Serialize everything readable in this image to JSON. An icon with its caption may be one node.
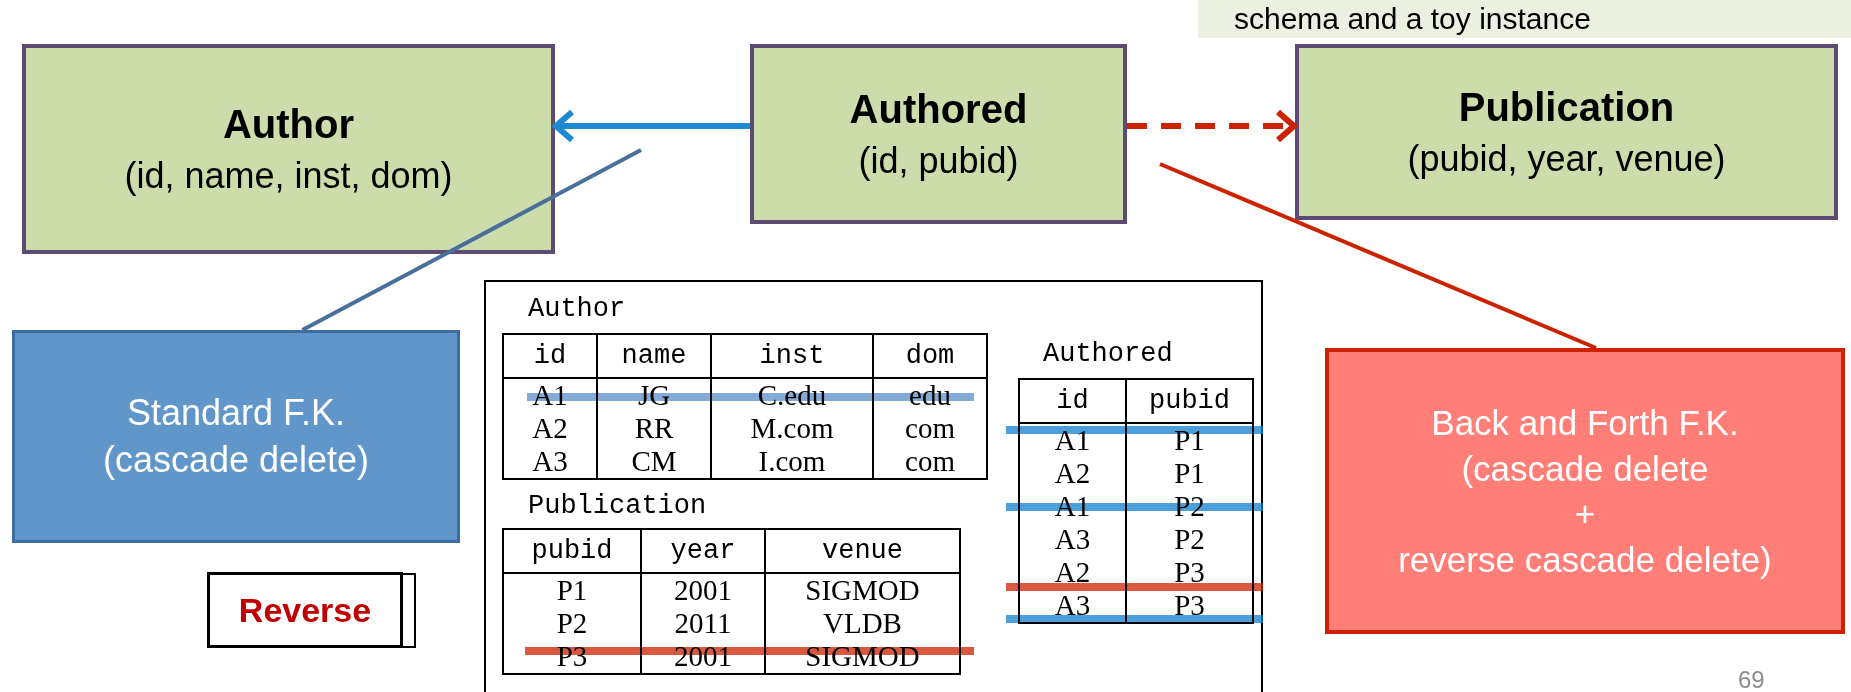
{
  "diagram": {
    "title": "schema and a toy instance",
    "nodes": [
      {
        "text": [
          "Author",
          "(id, name, inst, dom)"
        ]
      },
      {
        "text": [
          "Authored",
          "(id, pubid)"
        ]
      },
      {
        "text": [
          "Publication",
          "(pubid, year, venue)"
        ]
      },
      {
        "text": [
          "Standard F.K.",
          "(cascade delete)"
        ]
      },
      {
        "text": [
          "Back and Forth F.K.",
          "(cascade delete",
          "+",
          "reverse cascade delete)"
        ]
      },
      {
        "text": [
          "Reverse"
        ]
      }
    ],
    "edges": [
      {
        "from": 1,
        "to": 0,
        "arrow": "to",
        "color": "#1f88d2"
      },
      {
        "from": 1,
        "to": 2,
        "arrow": "to",
        "style": "dashed",
        "color": "#cc2200"
      },
      {
        "from": 3,
        "to": null,
        "arrow": "none",
        "color": "#4a6f9a"
      },
      {
        "from": 4,
        "to": null,
        "arrow": "none",
        "color": "#cc2200"
      }
    ],
    "labels": [
      "Author",
      "id",
      "name",
      "inst",
      "dom",
      "A1",
      "JG",
      "C.edu",
      "edu",
      "A2",
      "RR",
      "M.com",
      "com",
      "A3",
      "CM",
      "I.com",
      "com",
      "Publication",
      "pubid",
      "year",
      "venue",
      "P1",
      "2001",
      "SIGMOD",
      "P2",
      "2011",
      "VLDB",
      "P3",
      "2001",
      "SIGMOD",
      "Authored",
      "id",
      "pubid",
      "A1",
      "P1",
      "A2",
      "P1",
      "A1",
      "P2",
      "A3",
      "P2",
      "A2",
      "P3",
      "A3",
      "P3",
      "69"
    ]
  }
}
